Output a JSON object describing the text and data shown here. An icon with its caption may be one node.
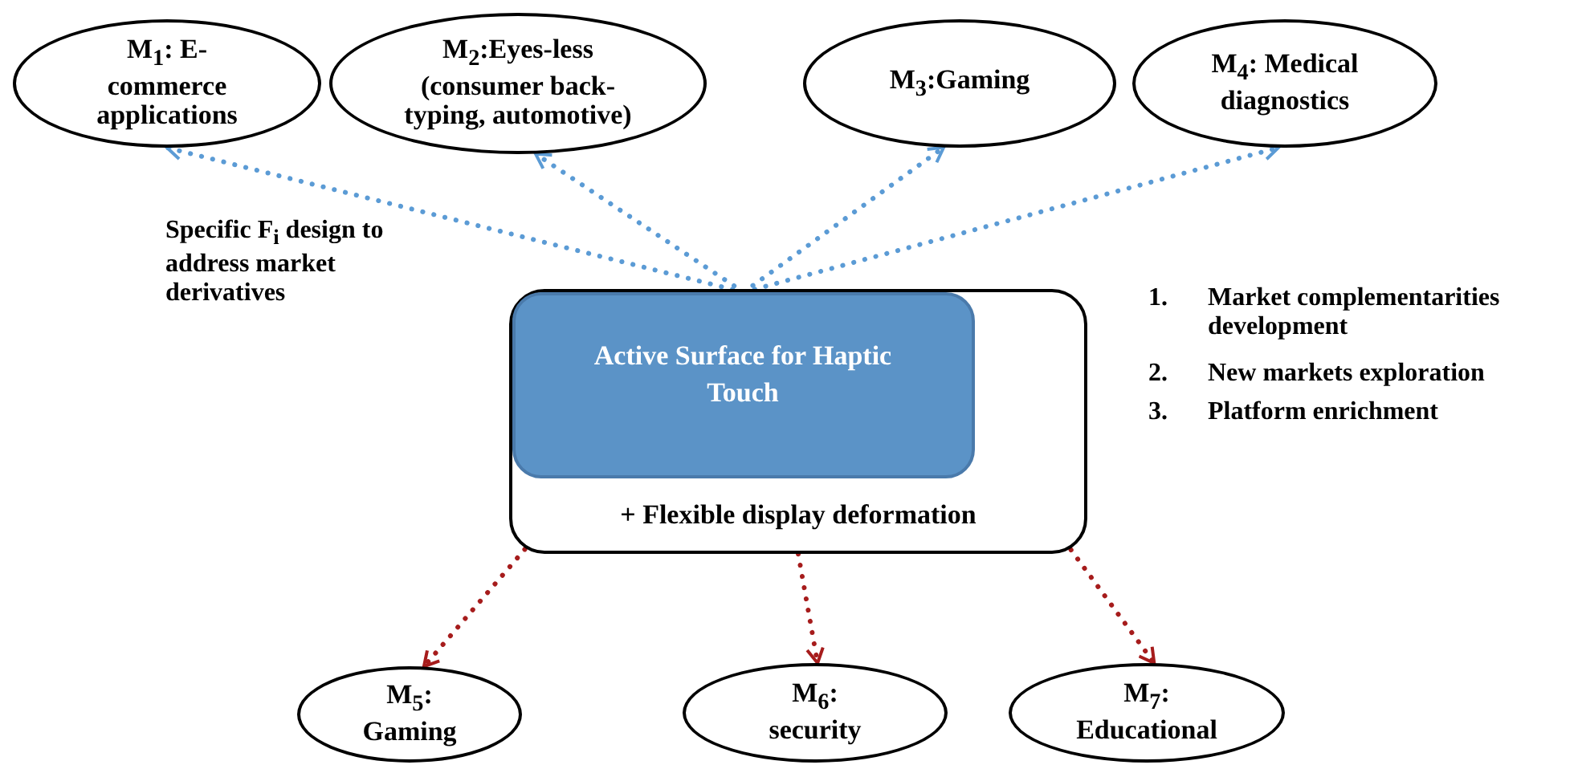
{
  "diagram": {
    "nodes": [
      {
        "text": [
          "M$_{1}$: E-commerce applications"
        ]
      },
      {
        "text": [
          "M$_{2}$:Eyes-less (consumer back-typing, automotive)"
        ]
      },
      {
        "text": [
          "M$_{3}$:Gaming"
        ]
      },
      {
        "text": [
          "M$_{4}$: Medical diagnostics"
        ]
      },
      {
        "text": [
          "+ Flexible display deformation"
        ]
      },
      {
        "text": [
          "Active Surface for Haptic Touch"
        ],
        "in": 4
      },
      {
        "text": [
          "M$_{5}$: Gaming"
        ]
      },
      {
        "text": [
          "M$_{6}$: security"
        ]
      },
      {
        "text": [
          "M$_{7}$: Educational"
        ]
      }
    ],
    "edges": [
      {
        "from": 5,
        "to": 0,
        "arrow": "to",
        "style": "dashed",
        "color": "#5b9bd5"
      },
      {
        "from": 5,
        "to": 1,
        "arrow": "to",
        "style": "dashed",
        "color": "#5b9bd5"
      },
      {
        "from": 5,
        "to": 2,
        "arrow": "to",
        "style": "dashed",
        "color": "#5b9bd5"
      },
      {
        "from": 5,
        "to": 3,
        "arrow": "to",
        "style": "dashed",
        "color": "#5b9bd5"
      },
      {
        "from": 4,
        "to": 6,
        "arrow": "to",
        "style": "dashed",
        "color": "#a61c1c"
      },
      {
        "from": 4,
        "to": 7,
        "arrow": "to",
        "style": "dashed",
        "color": "#a61c1c"
      },
      {
        "from": 4,
        "to": 8,
        "arrow": "to",
        "style": "dashed",
        "color": "#a61c1c"
      }
    ],
    "labels": [
      "Specific F$_{i}$ design to address market derivatives",
      "1.",
      "Market complementarities development",
      "2.",
      "New markets exploration",
      "3.",
      "Platform enrichment"
    ]
  }
}
